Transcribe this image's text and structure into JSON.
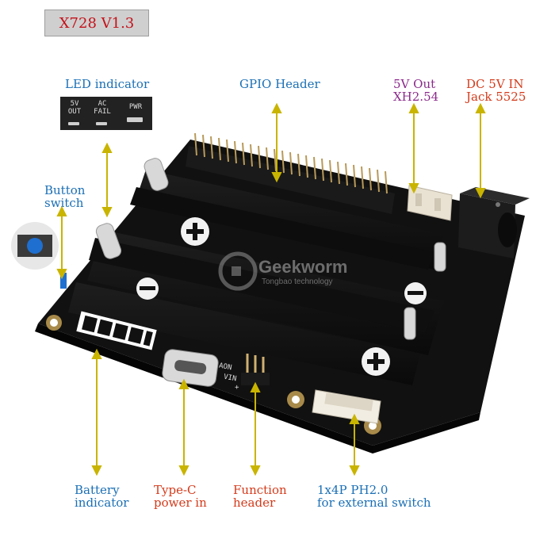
{
  "title": "X728 V1.3",
  "brand": "Geekworm",
  "brand_sub": "Tongbao technology",
  "led_panel": {
    "out_top": "5V",
    "out_bottom": "OUT",
    "ac_top": "AC",
    "ac_bottom": "FAIL",
    "pwr": "PWR"
  },
  "board_silk": {
    "aon": "AON",
    "vin": "VIN",
    "plus": "+"
  },
  "labels": {
    "led_indicator": "LED indicator",
    "gpio_header": "GPIO Header",
    "out_5v_line1": "5V Out",
    "out_5v_line2": "XH2.54",
    "dc_in_line1": "DC 5V IN",
    "dc_in_line2": "Jack 5525",
    "button_line1": "Button",
    "button_line2": "switch",
    "battery_line1": "Battery",
    "battery_line2": "indicator",
    "typec_line1": "Type-C",
    "typec_line2": "power in",
    "function_line1": "Function",
    "function_line2": "header",
    "ph_line1": "1x4P PH2.0",
    "ph_line2": "for external switch"
  },
  "colors": {
    "arrow": "#c9b400",
    "blue_label": "#1a6fb5",
    "red_label": "#d43a1a",
    "purple_label": "#8a2a8a",
    "title_red": "#c4121a"
  }
}
